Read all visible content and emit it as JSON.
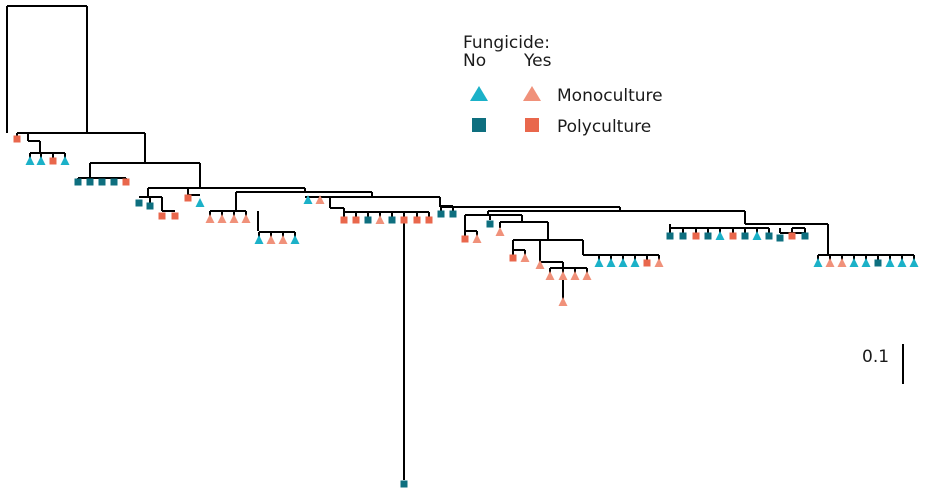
{
  "legend": {
    "title": "Fungicide:",
    "col_no": "No",
    "col_yes": "Yes",
    "row_mono": "Monoculture",
    "row_poly": "Polyculture"
  },
  "scale_bar": {
    "label": "0.1",
    "length": 0.1
  },
  "colors": {
    "no_mono": "#1bb1c8",
    "no_poly": "#0e6f7f",
    "yes_mono": "#f0917a",
    "yes_poly": "#e9674c",
    "branch": "#000000"
  },
  "markers": {
    "mono": "triangle",
    "poly": "square"
  }
}
